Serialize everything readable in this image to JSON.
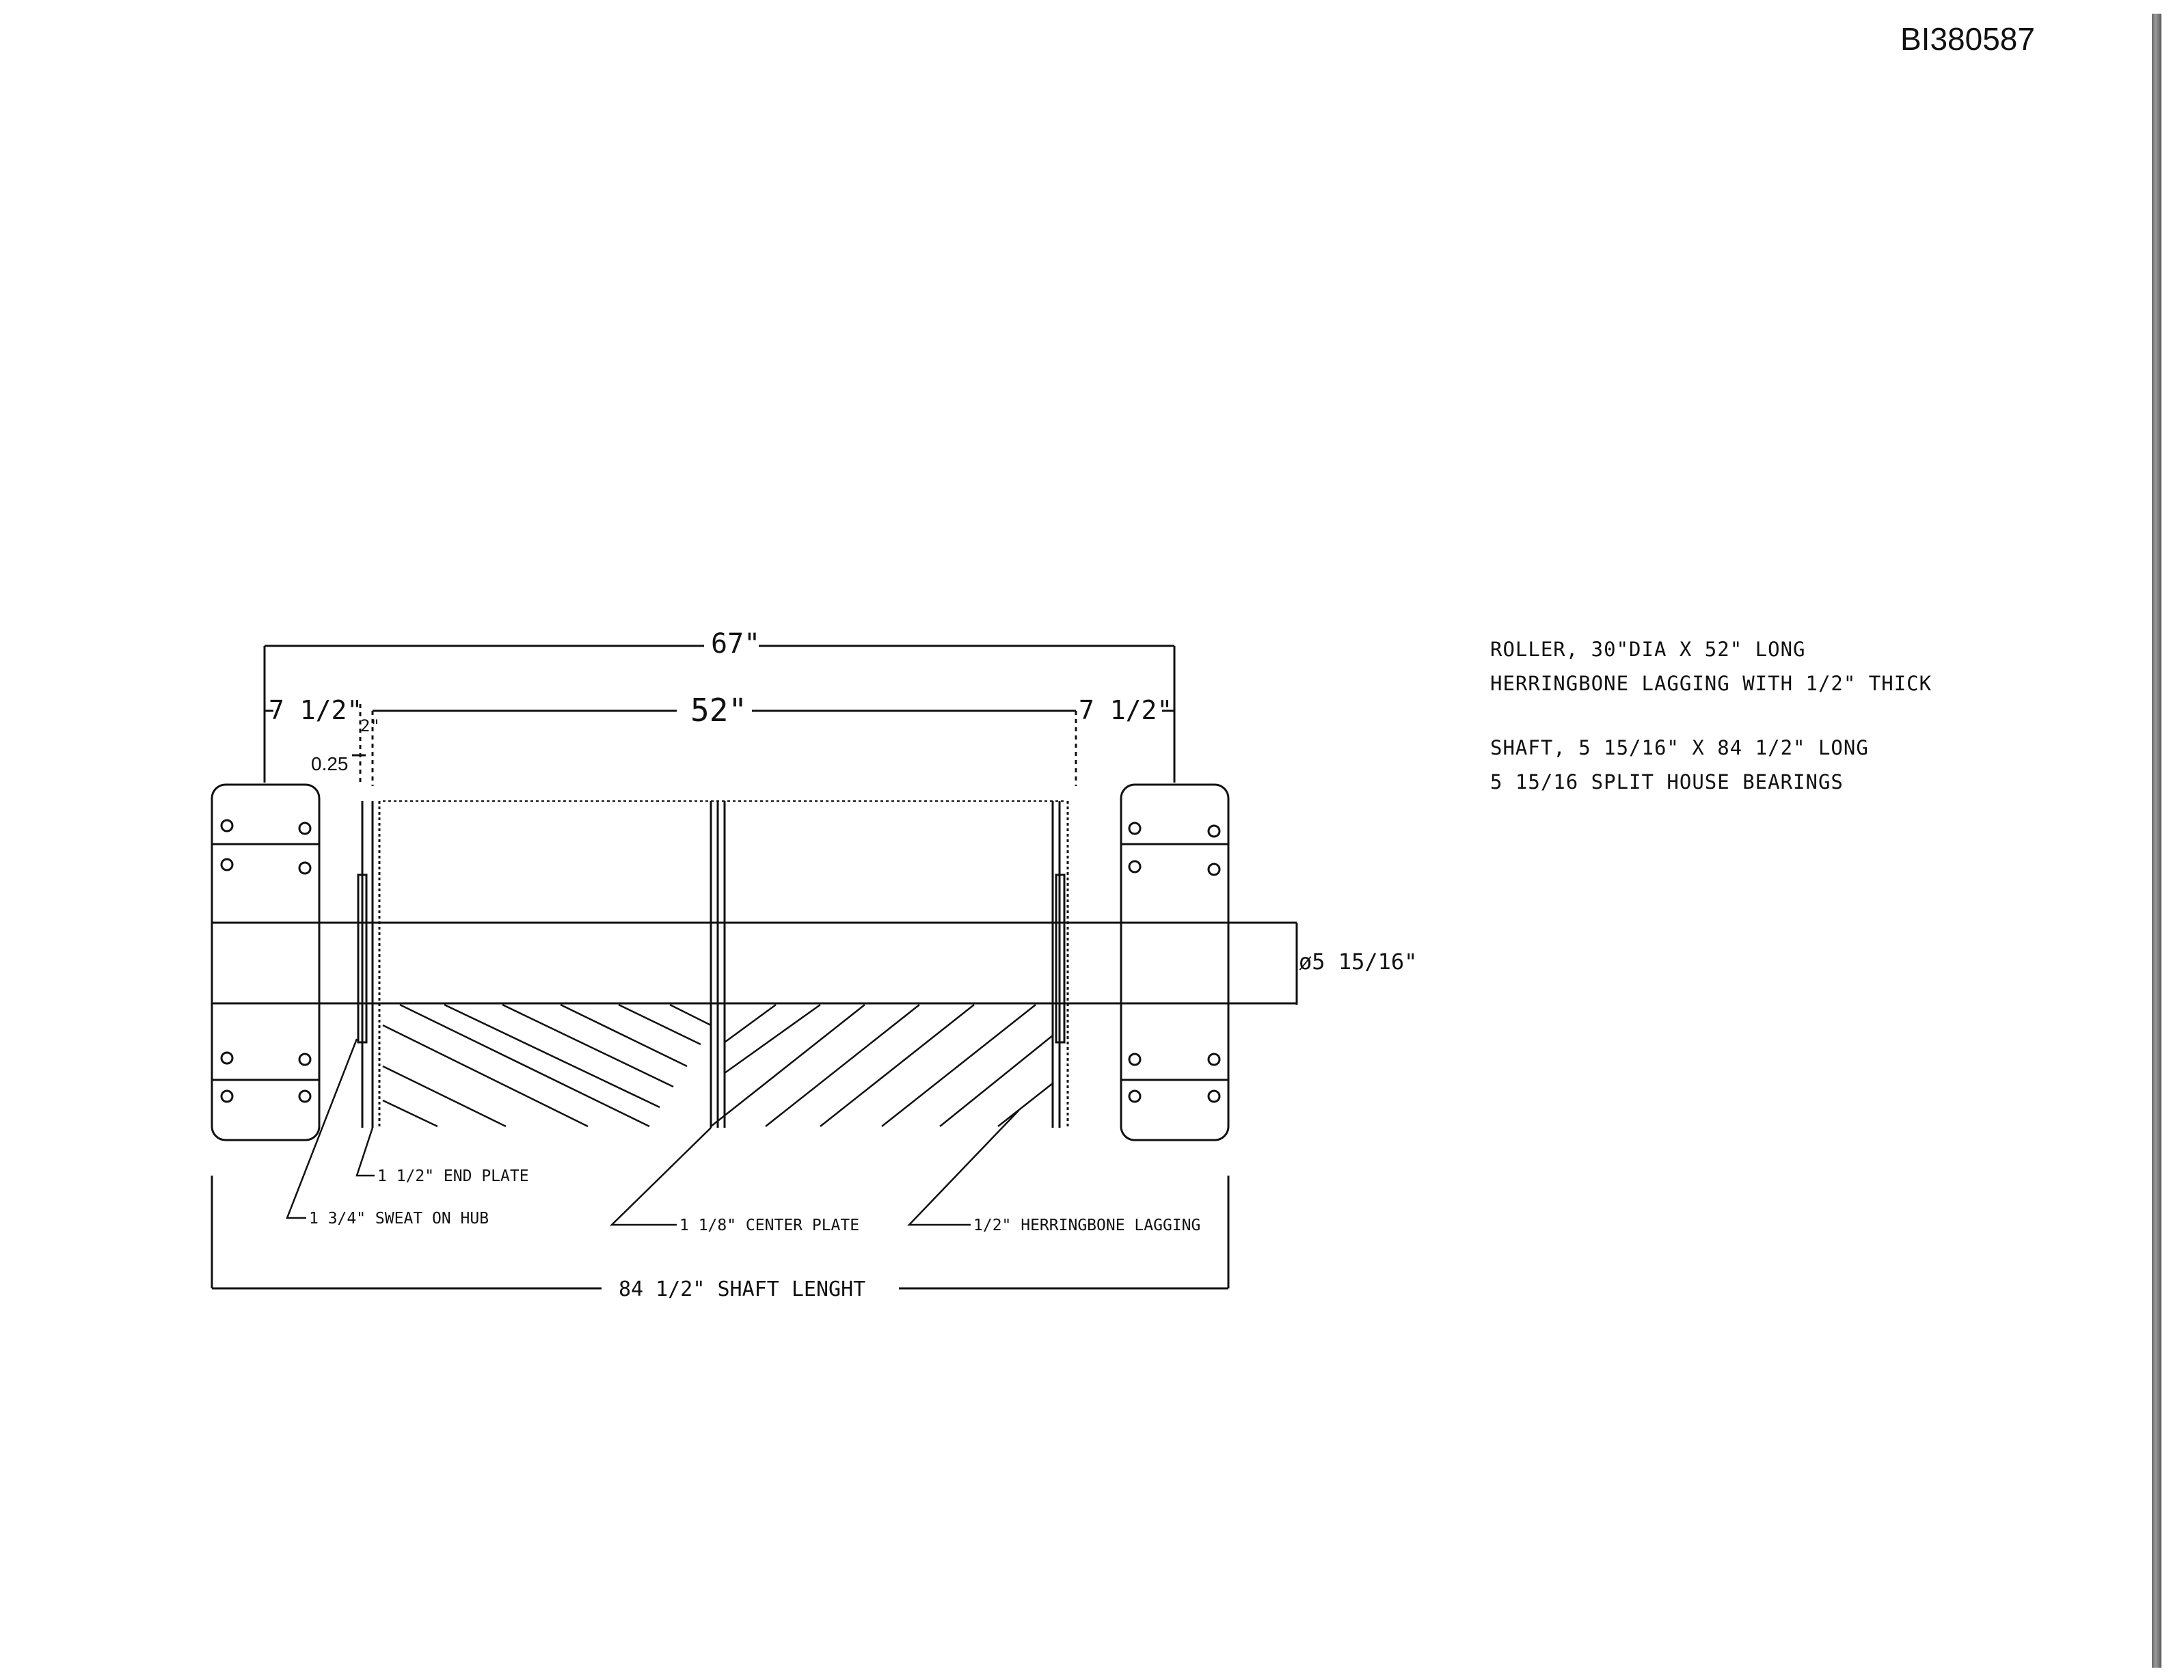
{
  "document": {
    "id": "BI380587"
  },
  "notes": {
    "line1": "ROLLER, 30\"DIA X 52\" LONG",
    "line2": "HERRINGBONE LAGGING WITH 1/2\" THICK",
    "line3": "SHAFT, 5 15/16\" X 84 1/2\" LONG",
    "line4": "5 15/16 SPLIT HOUSE BEARINGS"
  },
  "dimensions": {
    "overall": "67\"",
    "roller_length": "52\"",
    "left_offset": "7 1/2\"",
    "right_offset": "7 1/2\"",
    "plate_gap": "2\"",
    "small_gap": "0.25",
    "shaft_diameter": "ø5 15/16\"",
    "shaft_length": "84 1/2\" SHAFT LENGHT"
  },
  "callouts": {
    "end_plate": "1 1/2\" END PLATE",
    "sweat_hub": "1 3/4\" SWEAT ON HUB",
    "center_plate": "1 1/8\" CENTER PLATE",
    "lagging": "1/2\" HERRINGBONE LAGGING"
  }
}
